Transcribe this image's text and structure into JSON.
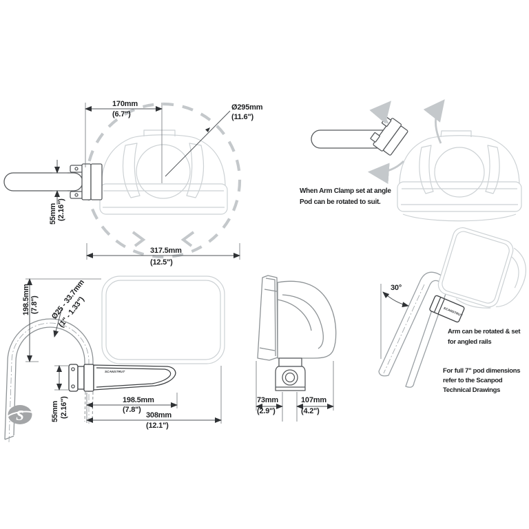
{
  "colors": {
    "background": "#ffffff",
    "line_light": "#ccd1d4",
    "line_mid": "#8d9295",
    "line_dark": "#3c3f42",
    "dimension_line": "#4f5357",
    "text": "#1d1f21",
    "ghost_gray": "#c4c8cb",
    "logo_gray": "#a3a5a7"
  },
  "top_view": {
    "dim_offset_mm": "170mm",
    "dim_offset_in": "(6.7\")",
    "dim_diameter_mm": "Ø295mm",
    "dim_diameter_in": "(11.6\")",
    "dim_clamp_mm": "55mm",
    "dim_clamp_in": "(2.16\")",
    "dim_swing_mm": "317.5mm",
    "dim_swing_in": "(12.5\")"
  },
  "rotation_view": {
    "caption_line1": "When Arm Clamp set at angle",
    "caption_line2": "Pod can be rotated to suit."
  },
  "front_view": {
    "dim_height_mm": "198.5mm",
    "dim_height_in": "(7.8\")",
    "dim_rail_mm": "Ø25 - 33.7mm",
    "dim_rail_in": "(1\" - 1.33\")",
    "dim_clamp_mm": "55mm",
    "dim_clamp_in": "(2.16\")",
    "dim_arm_mm": "198.5mm",
    "dim_arm_in": "(7.8\")",
    "dim_overall_mm": "308mm",
    "dim_overall_in": "(12.1\")",
    "brand": "SCANSTRUT"
  },
  "side_view": {
    "dim_front_mm": "73mm",
    "dim_front_in": "(2.9\")",
    "dim_rear_mm": "107mm",
    "dim_rear_in": "(4.2\")"
  },
  "angled_view": {
    "angle": "30°",
    "caption_rotate_line1": "Arm can be rotated & set",
    "caption_rotate_line2": "for angled rails",
    "caption_note_line1": "For full 7\" pod dimensions",
    "caption_note_line2": "refer to the Scanpod",
    "caption_note_line3": "Technical Drawings"
  },
  "logo": {
    "letter": "S"
  }
}
